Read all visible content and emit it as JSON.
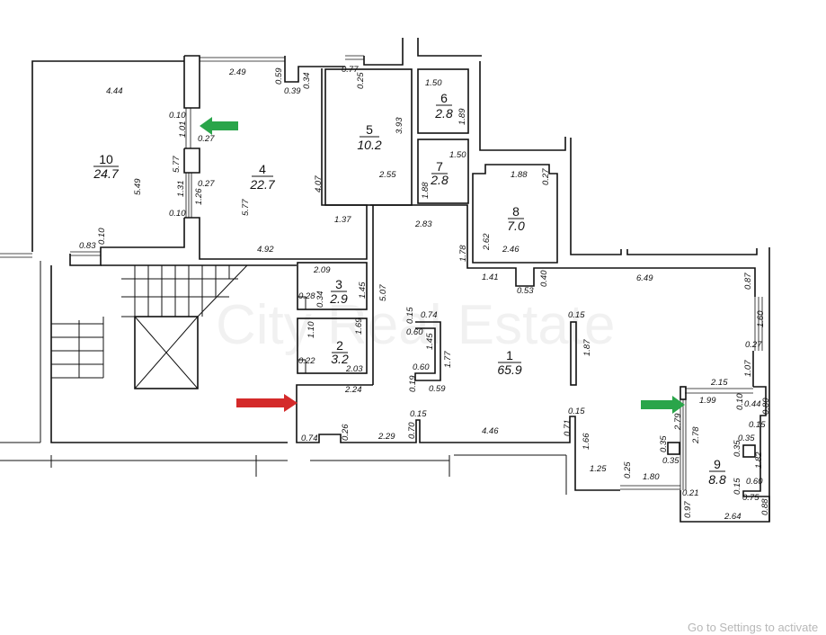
{
  "watermark": "City Real Estate",
  "os_watermark": "Go to Settings to activate",
  "colors": {
    "wall": "#111111",
    "green_arrow": "#2aa54a",
    "red_arrow": "#d42a2a"
  },
  "rooms": [
    {
      "number": "10",
      "area": "24.7"
    },
    {
      "number": "4",
      "area": "22.7"
    },
    {
      "number": "5",
      "area": "10.2"
    },
    {
      "number": "6",
      "area": "2.8"
    },
    {
      "number": "7",
      "area": "2.8"
    },
    {
      "number": "8",
      "area": "7.0"
    },
    {
      "number": "3",
      "area": "2.9"
    },
    {
      "number": "2",
      "area": "3.2"
    },
    {
      "number": "1",
      "area": "65.9"
    },
    {
      "number": "9",
      "area": "8.8"
    }
  ],
  "dims": [
    "4.44",
    "2.49",
    "0.59",
    "0.39",
    "0.34",
    "0.77",
    "0.25",
    "0.10",
    "1.01",
    "0.27",
    "5.77",
    "0.27",
    "1.31",
    "1.26",
    "0.10",
    "5.49",
    "5.77",
    "4.07",
    "1.37",
    "4.92",
    "0.83",
    "0.10",
    "3.93",
    "2.55",
    "1.50",
    "1.89",
    "1.50",
    "1.88",
    "1.88",
    "0.27",
    "2.83",
    "1.78",
    "2.62",
    "2.46",
    "1.41",
    "0.53",
    "0.40",
    "6.49",
    "0.87",
    "1.60",
    "0.27",
    "1.07",
    "2.15",
    "2.09",
    "0.28",
    "0.34",
    "1.45",
    "5.07",
    "1.10",
    "1.69",
    "0.22",
    "2.03",
    "2.24",
    "0.15",
    "0.74",
    "0.60",
    "1.45",
    "1.77",
    "0.60",
    "0.19",
    "0.59",
    "0.15",
    "1.87",
    "0.15",
    "0.71",
    "1.66",
    "4.46",
    "0.15",
    "0.70",
    "2.29",
    "0.26",
    "0.74",
    "1.99",
    "0.10",
    "0.44",
    "0.80",
    "0.15",
    "2.79",
    "2.78",
    "0.35",
    "0.35",
    "0.35",
    "0.35",
    "1.82",
    "1.25",
    "0.25",
    "1.80",
    "0.60",
    "0.15",
    "0.75",
    "0.21",
    "0.97",
    "2.64",
    "0.88"
  ]
}
